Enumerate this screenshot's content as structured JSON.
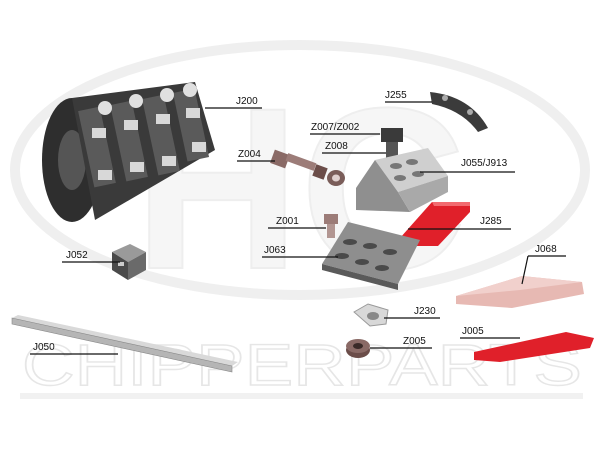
{
  "watermark": {
    "logo_text": "HC",
    "brand_text": "CHIPPERPARTS"
  },
  "parts": {
    "J200": "J200",
    "J255": "J255",
    "Z007_Z002": "Z007/Z002",
    "Z008": "Z008",
    "Z004": "Z004",
    "J055_J913": "J055/J913",
    "Z001": "Z001",
    "J285": "J285",
    "J063": "J063",
    "J052": "J052",
    "J068": "J068",
    "J230": "J230",
    "J050": "J050",
    "J005": "J005",
    "Z005": "Z005"
  },
  "colors": {
    "part_dark": "#3a3a3a",
    "part_grey": "#8c8c8c",
    "part_light": "#c9c9c9",
    "knife_red": "#e0202a",
    "knife_pink": "#e7b9b3",
    "bolt_brown": "#8a6a66"
  }
}
